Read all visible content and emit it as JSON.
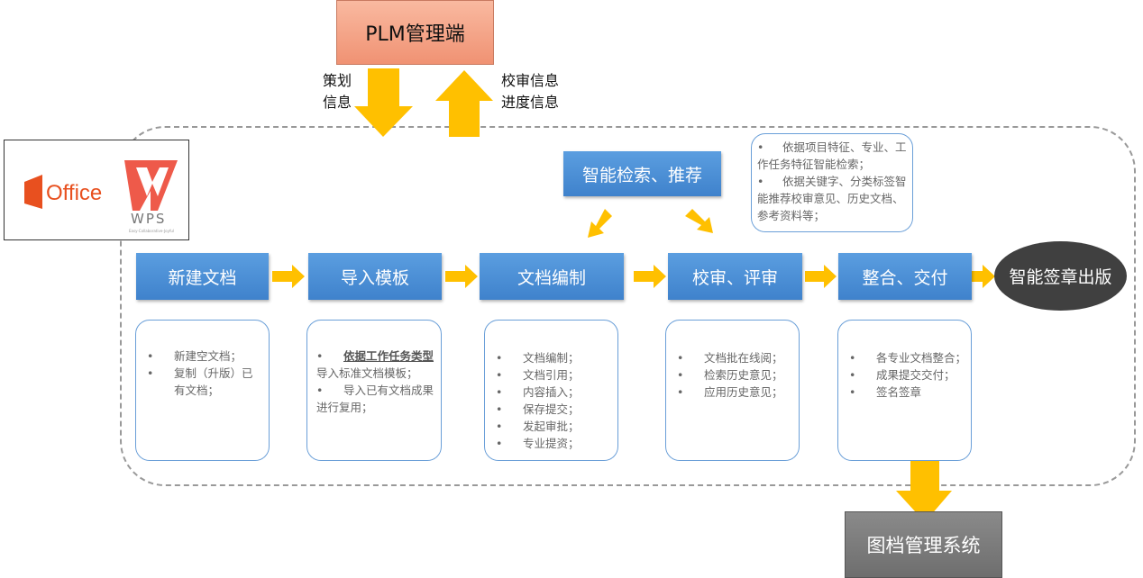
{
  "plm": {
    "title": "PLM管理端",
    "down_label": [
      "策划",
      "信息"
    ],
    "up_label": [
      "校审信息",
      "进度信息"
    ]
  },
  "logos": {
    "office": "Office",
    "wps": "WPS",
    "wps_tagline": "Easy-Collaborative-Joyful"
  },
  "smart_search": "智能检索、推荐",
  "smart_note": [
    "依据项目特征、专业、工作任务特征智能检索；",
    "依据关键字、分类标签智能推荐校审意见、历史文档、参考资料等；"
  ],
  "steps": [
    {
      "label": "新建文档",
      "details": [
        "新建空文档；",
        "复制（升版）已有文档；"
      ]
    },
    {
      "label": "导入模板",
      "details": [
        "依据工作任务类型导入标准文档模板；",
        "导入已有文档成果进行复用；"
      ],
      "bold_prefix": "依据工作任务类型",
      "rest0": "导入标准文档模板；"
    },
    {
      "label": "文档编制",
      "details": [
        "文档编制；",
        "文档引用；",
        "内容插入；",
        "保存提交；",
        "发起审批；",
        "专业提资；"
      ]
    },
    {
      "label": "校审、评审",
      "details": [
        "文档批在线阅；",
        "检索历史意见；",
        "应用历史意见；"
      ]
    },
    {
      "label": "整合、交付",
      "details": [
        "各专业文档整合；",
        "成果提交交付；",
        "签名签章"
      ]
    }
  ],
  "final": "智能签章出版",
  "archive": "图档管理系统",
  "colors": {
    "arrow": "#ffc000",
    "box": "#4a8fd6",
    "plm": "#f4a285",
    "final": "#404040",
    "archive": "#7a7a7a"
  }
}
